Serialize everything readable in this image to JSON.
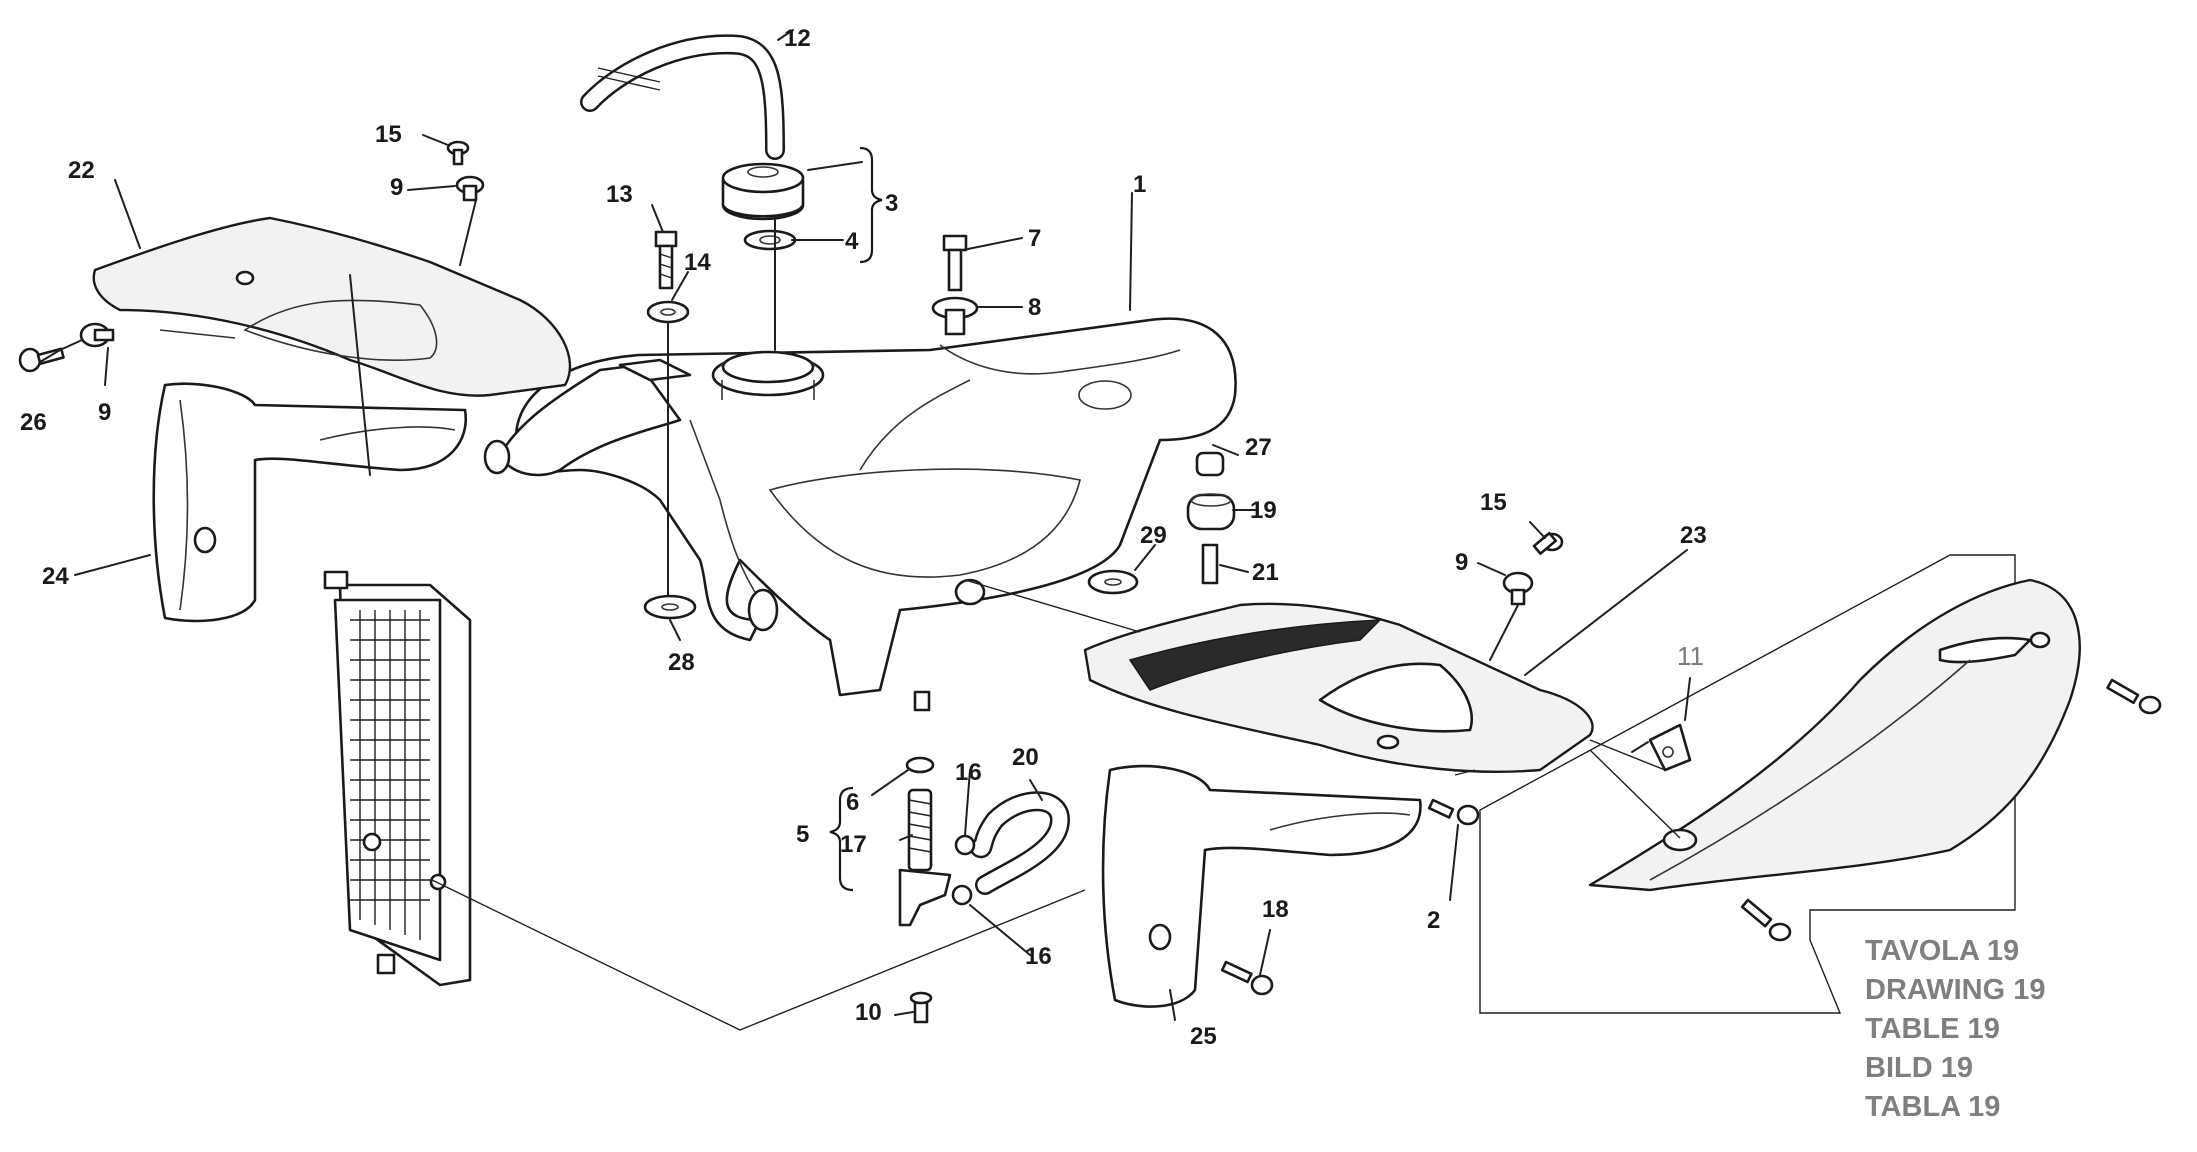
{
  "drawing_title_lines": [
    "TAVOLA 19",
    "DRAWING 19",
    "TABLE 19",
    "BILD 19",
    "TABLA 19"
  ],
  "callouts": {
    "c1": "1",
    "c2": "2",
    "c3": "3",
    "c4": "4",
    "c5": "5",
    "c6": "6",
    "c7": "7",
    "c8": "8",
    "c9a": "9",
    "c9b": "9",
    "c9c": "9",
    "c10": "10",
    "c11": "11",
    "c12": "12",
    "c13": "13",
    "c14": "14",
    "c15a": "15",
    "c15b": "15",
    "c16a": "16",
    "c16b": "16",
    "c17": "17",
    "c18": "18",
    "c19": "19",
    "c20": "20",
    "c21": "21",
    "c22": "22",
    "c23": "23",
    "c24": "24",
    "c25": "25",
    "c26": "26",
    "c27": "27",
    "c28": "28",
    "c29": "29"
  }
}
